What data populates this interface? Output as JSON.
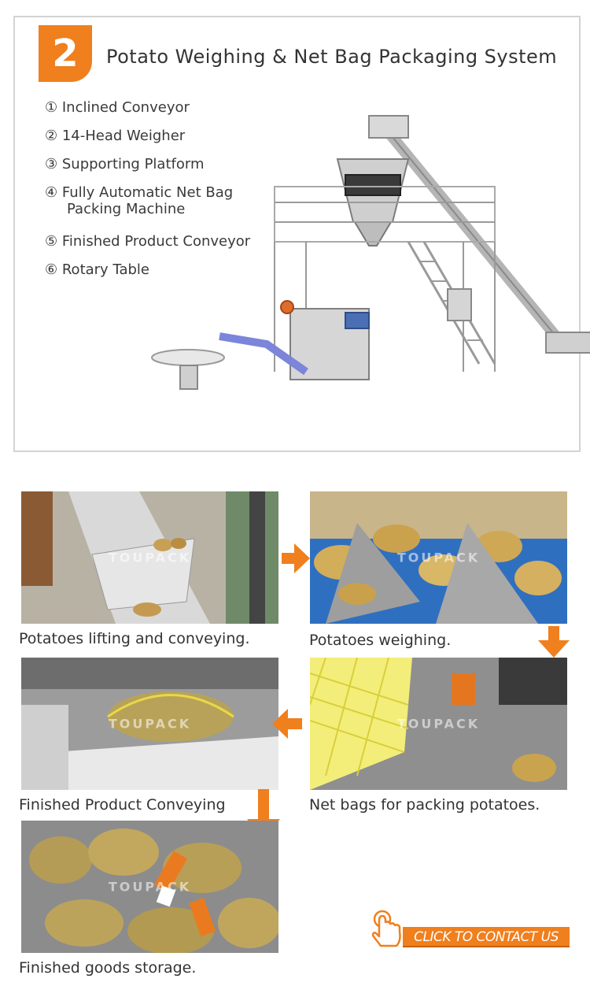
{
  "header": {
    "number": "2",
    "title": "Potato Weighing & Net Bag Packaging System"
  },
  "components": [
    {
      "line1": "① Inclined Conveyor",
      "line2": ""
    },
    {
      "line1": "② 14-Head Weigher",
      "line2": ""
    },
    {
      "line1": "③ Supporting Platform",
      "line2": ""
    },
    {
      "line1": "④ Fully Automatic Net Bag",
      "line2": "Packing  Machine"
    },
    {
      "line1": "⑤ Finished Product Conveyor",
      "line2": ""
    },
    {
      "line1": "⑥ Rotary Table",
      "line2": ""
    }
  ],
  "watermark": "TOUPACK",
  "steps": [
    {
      "caption": "Potatoes lifting and conveying."
    },
    {
      "caption": "Potatoes weighing."
    },
    {
      "caption": "Net bags for packing potatoes."
    },
    {
      "caption": "Finished Product Conveying"
    },
    {
      "caption": "Finished goods storage."
    }
  ],
  "contact": {
    "label": "CLICK TO CONTACT US"
  },
  "colors": {
    "accent": "#f07f1d",
    "border": "#d3d3d3",
    "text": "#333333"
  }
}
